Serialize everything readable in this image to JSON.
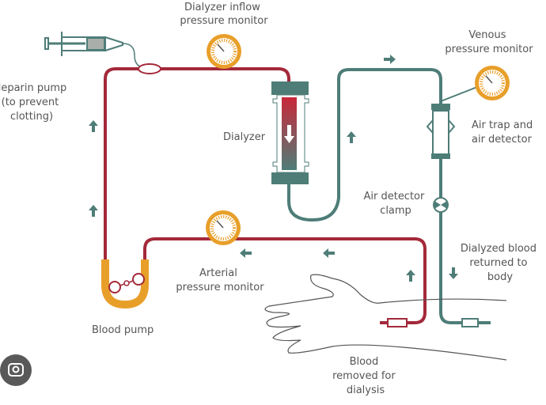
{
  "colors": {
    "blood": "#a3293a",
    "dialyzed": "#4e7d78",
    "pump": "#e89f2a",
    "text": "#555555"
  },
  "labels": {
    "inflow_monitor": [
      "Dialyzer inflow",
      "pressure monitor"
    ],
    "heparin": [
      "Heparin pump",
      "(to prevent",
      "clotting)"
    ],
    "dialyzer": "Dialyzer",
    "venous_monitor": [
      "Venous",
      "pressure monitor"
    ],
    "air_trap": [
      "Air trap and",
      "air detector"
    ],
    "air_clamp": [
      "Air detector",
      "clamp"
    ],
    "dialyzed_return": [
      "Dialyzed blood",
      "returned to",
      "body"
    ],
    "arterial_monitor": [
      "Arterial",
      "pressure monitor"
    ],
    "blood_pump": "Blood pump",
    "blood_removed": [
      "Blood",
      "removed for",
      "dialysis"
    ]
  },
  "icons": {
    "lens": "lens-search-icon"
  }
}
